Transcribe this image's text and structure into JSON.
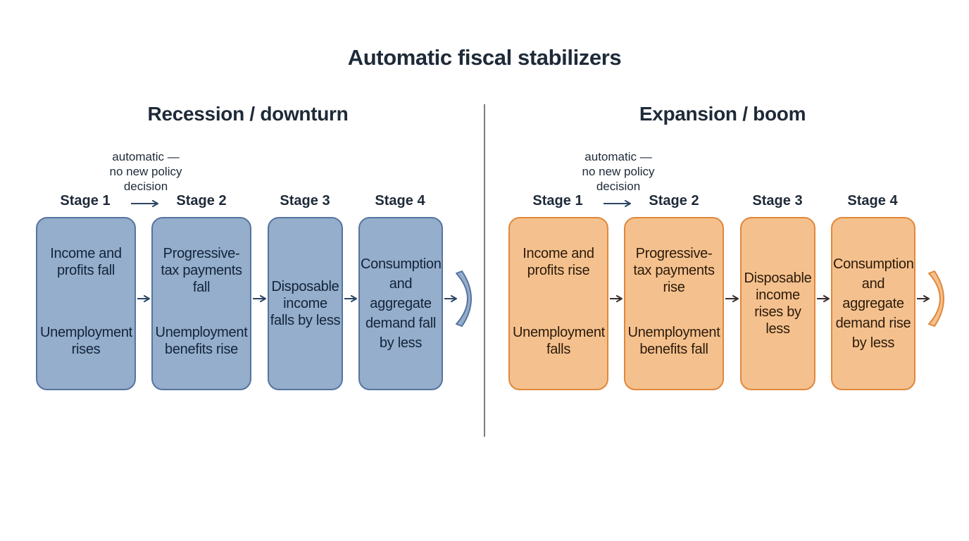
{
  "title": "Automatic fiscal stabilizers",
  "colors": {
    "recession_fill": "#94aecb",
    "recession_border": "#5674a0",
    "expansion_fill": "#f4c18e",
    "expansion_border": "#e1873a"
  },
  "recession": {
    "heading": "Recession / downturn",
    "note": [
      "automatic —",
      "no new policy",
      "decision"
    ],
    "stages": [
      "Stage 1",
      "Stage 2",
      "Stage 3",
      "Stage 4"
    ],
    "boxes": [
      [
        "Income and profits fall",
        "Unemployment rises"
      ],
      [
        "Progressive-tax payments fall",
        "Unemployment benefits rise"
      ],
      [
        "Disposable income falls by less"
      ],
      [
        "Consumption and aggregate demand fall by less"
      ]
    ]
  },
  "expansion": {
    "heading": "Expansion / boom",
    "note": [
      "automatic —",
      "no new policy",
      "decision"
    ],
    "stages": [
      "Stage 1",
      "Stage 2",
      "Stage 3",
      "Stage 4"
    ],
    "boxes": [
      [
        "Income and profits rise",
        "Unemployment falls"
      ],
      [
        "Progressive-tax payments rise",
        "Unemployment benefits fall"
      ],
      [
        "Disposable income rises by less"
      ],
      [
        "Consumption and aggregate demand rise by less"
      ]
    ]
  }
}
